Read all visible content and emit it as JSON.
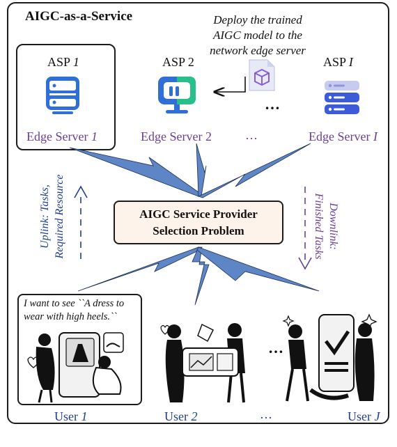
{
  "title": "AIGC-as-a-Service",
  "deploy_note": {
    "line1": "Deploy the trained",
    "line2": "AIGC model to the",
    "line3": "network edge server"
  },
  "asps": [
    {
      "label_prefix": "ASP ",
      "label_index": "1",
      "server_prefix": "Edge Server ",
      "server_index": "1"
    },
    {
      "label_prefix": "ASP ",
      "label_index": "2",
      "server_prefix": "Edge Server ",
      "server_index": "2"
    },
    {
      "label_prefix": "ASP ",
      "label_index": "I",
      "server_prefix": "Edge Server ",
      "server_index": "I"
    }
  ],
  "ellipsis": "…",
  "dots": "…",
  "center_box": {
    "line1": "AIGC Service Provider",
    "line2": "Selection Problem"
  },
  "uplink": {
    "line1": "Uplink: Tasks,",
    "line2": "Required Resource"
  },
  "downlink": {
    "line1": "Downlink:",
    "line2": "Finished Tasks"
  },
  "request": {
    "line1": "I want to see ``A dress to",
    "line2": "wear with high heels.``"
  },
  "users": [
    {
      "prefix": "User ",
      "index": "1"
    },
    {
      "prefix": "User ",
      "index": "2"
    },
    {
      "prefix": "User ",
      "index": "J"
    }
  ],
  "colors": {
    "edge_text": "#6a3e96",
    "user_text": "#1f3f8a",
    "server_blue": "#2f6fd6",
    "server_green": "#27c08a",
    "server_lavender": "#8f95dc",
    "center_fill": "#fdf3ea",
    "lightning_fill": "#5e86c6"
  },
  "icons": [
    "server-rack-icon",
    "monitor-server-icon",
    "server-stack-icon",
    "model-file-icon",
    "cube-icon"
  ]
}
